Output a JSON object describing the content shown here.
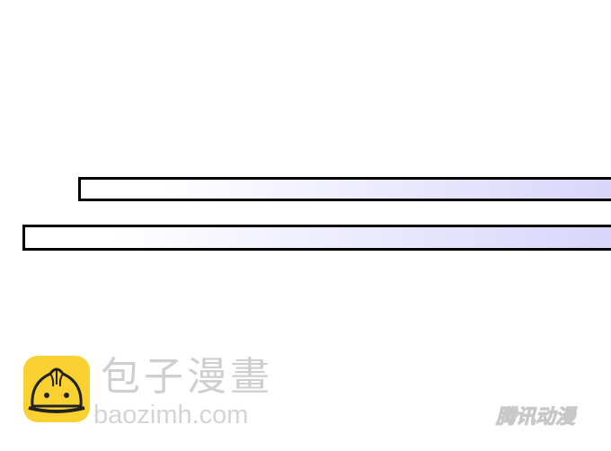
{
  "panel": {
    "bar_color_end": "#d8d5fb",
    "bar_border": "#000000"
  },
  "watermark": {
    "brand_cn": "包子漫畫",
    "url": "baozimh.com",
    "logo_color": "#f9d232",
    "icon": "bun-mascot-icon"
  },
  "corner_watermark": {
    "text": "腾讯动漫"
  }
}
